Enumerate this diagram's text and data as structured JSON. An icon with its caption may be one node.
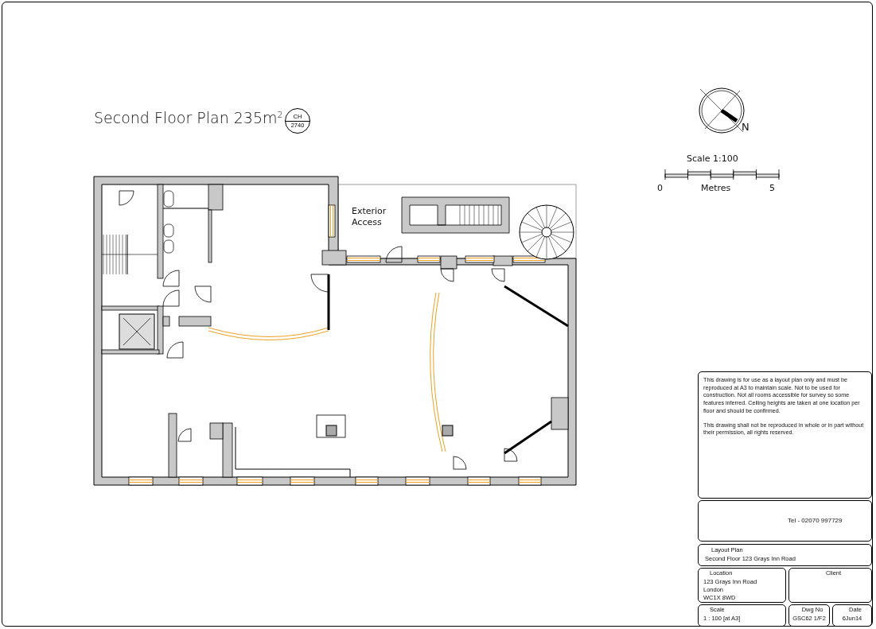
{
  "diagram": {
    "title": "Second Floor Plan 235m$^{2}$",
    "nodes": [
      {
        "text": [
          "CH",
          "2740"
        ]
      },
      {
        "text": [
          "This drawing is for use as a layout plan only and must be reproduced at A3 to maintain scale. Not to be used for construction. Not all rooms accessible for survey so some features inferred. Ceiling heights are taken at one location per floor and should be confirmed.",
          "This drawing shall not be reproduced in whole or in part without their permission, all rights reserved."
        ]
      },
      {
        "text": [
          "Tel - 02070 997729"
        ]
      },
      {
        "text": [
          "Layout Plan",
          "Second Floor 123 Grays Inn Road"
        ]
      },
      {
        "text": [
          "Location",
          "123 Grays Inn Road",
          "London",
          "WC1X 8WD"
        ]
      },
      {
        "text": [
          "Client"
        ]
      },
      {
        "text": [
          "Scale",
          "1 : 100 [at A3]"
        ]
      },
      {
        "text": [
          "Dwg No",
          "GSC62 1/F2"
        ]
      },
      {
        "text": [
          "Date",
          "6Jun14"
        ]
      }
    ],
    "labels": [
      "N",
      "Scale 1:100",
      "0",
      "Metres",
      "5",
      "Exterior Access"
    ]
  }
}
